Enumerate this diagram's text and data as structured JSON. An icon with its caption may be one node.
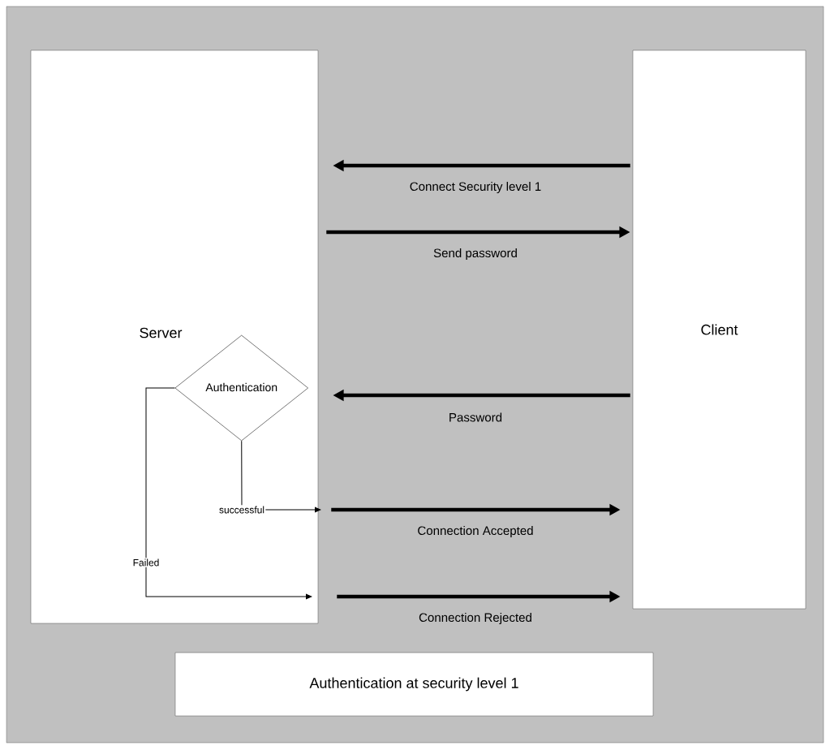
{
  "diagram": {
    "nodes": [
      {
        "text": [
          "Server"
        ]
      },
      {
        "text": [
          "Client"
        ]
      },
      {
        "text": [
          "Authentication"
        ],
        "in": 0
      },
      {
        "text": [
          "Authentication at security level 1"
        ]
      }
    ],
    "edges": [
      {
        "from": 1,
        "to": 0,
        "arrow": "to",
        "label": "Connect Security level 1"
      },
      {
        "from": 0,
        "to": 1,
        "arrow": "to",
        "label": "Send password"
      },
      {
        "from": 1,
        "to": 0,
        "arrow": "to",
        "label": "Password"
      },
      {
        "from": 0,
        "to": 1,
        "arrow": "to",
        "label": "Connection Accepted"
      },
      {
        "from": 0,
        "to": 1,
        "arrow": "to",
        "label": "Connection Rejected"
      },
      {
        "from": 2,
        "to": null,
        "arrow": "to",
        "label": "successful"
      },
      {
        "from": 2,
        "to": null,
        "arrow": "to",
        "label": "Failed"
      }
    ]
  }
}
